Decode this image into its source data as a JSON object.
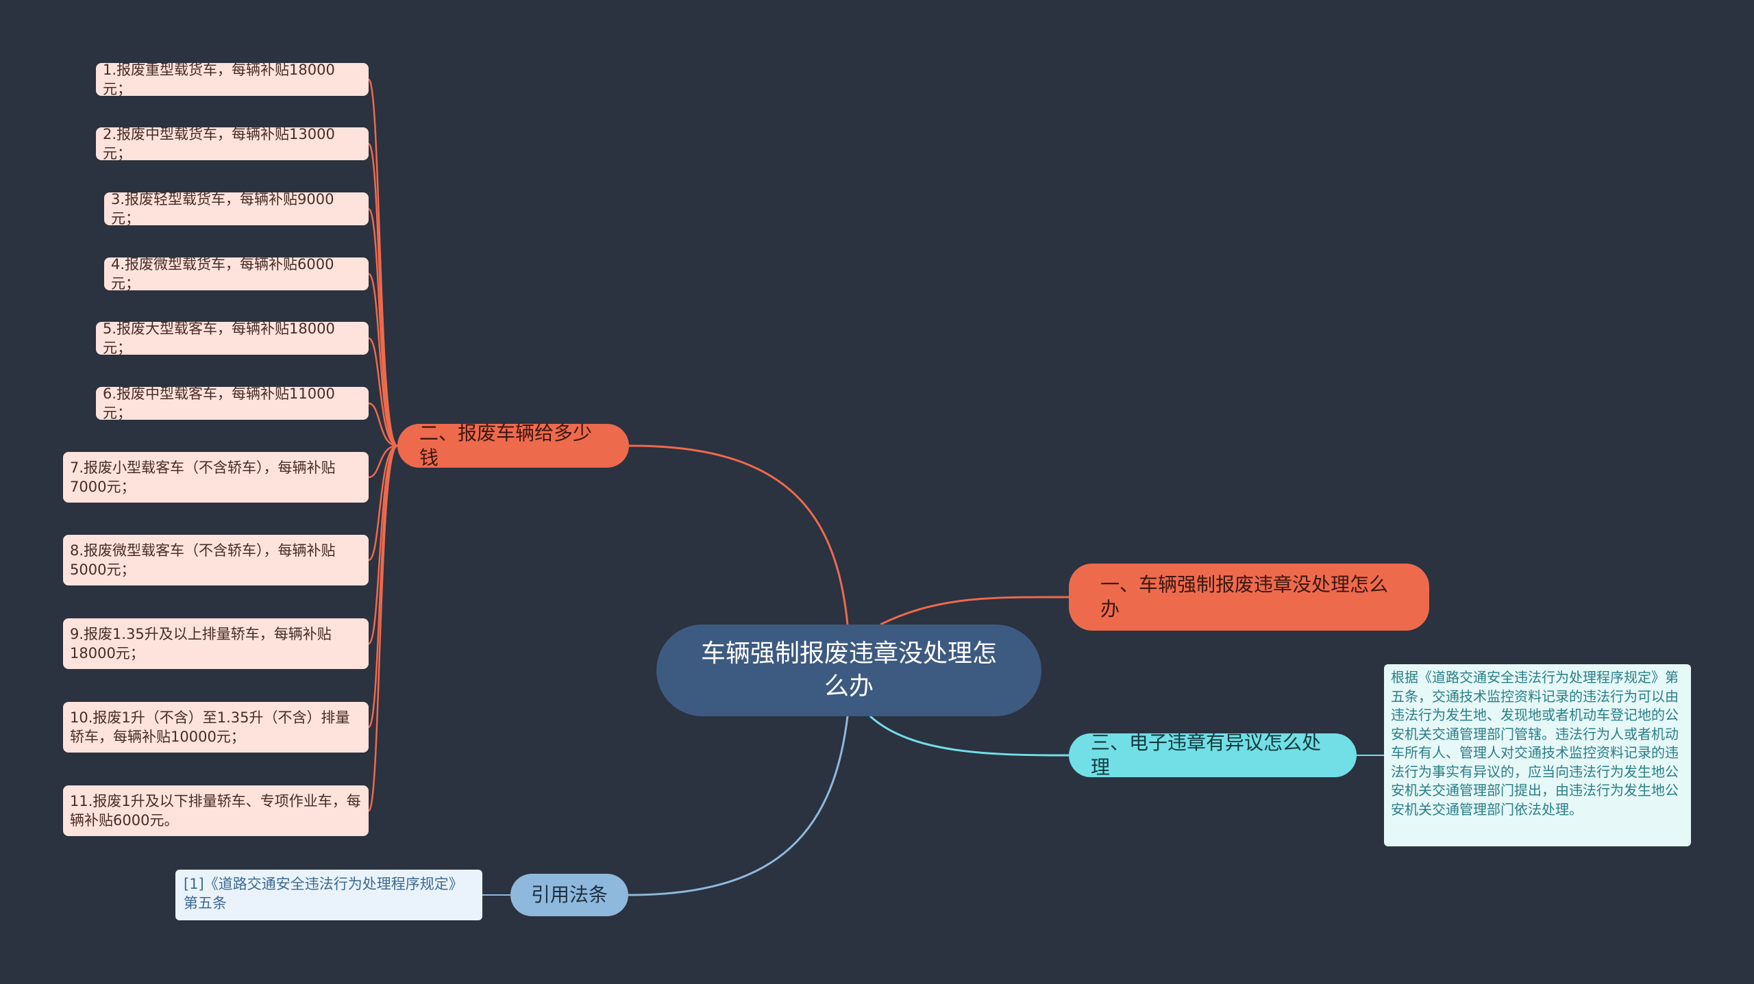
{
  "root": {
    "title": "车辆强制报废违章没处理怎么办"
  },
  "branches": {
    "handle": {
      "label": "一、车辆强制报废违章没处理怎么办"
    },
    "money": {
      "label": "二、报废车辆给多少钱",
      "items": [
        "1.报废重型载货车，每辆补贴18000元；",
        "2.报废中型载货车，每辆补贴13000元；",
        "3.报废轻型载货车，每辆补贴9000元；",
        "4.报废微型载货车，每辆补贴6000元；",
        "5.报废大型载客车，每辆补贴18000元；",
        "6.报废中型载客车，每辆补贴11000元；",
        "7.报废小型载客车（不含轿车），每辆补贴7000元；",
        "8.报废微型载客车（不含轿车），每辆补贴5000元；",
        "9.报废1.35升及以上排量轿车，每辆补贴18000元；",
        "10.报废1升（不含）至1.35升（不含）排量轿车，每辆补贴10000元；",
        "11.报废1升及以下排量轿车、专项作业车，每辆补贴6000元。"
      ]
    },
    "dispute": {
      "label": "三、电子违章有异议怎么处理",
      "note": "根据《道路交通安全违法行为处理程序规定》第五条，交通技术监控资料记录的违法行为可以由违法行为发生地、发现地或者机动车登记地的公安机关交通管理部门管辖。违法行为人或者机动车所有人、管理人对交通技术监控资料记录的违法行为事实有异议的，应当向违法行为发生地公安机关交通管理部门提出，由违法行为发生地公安机关交通管理部门依法处理。"
    },
    "law": {
      "label": "引用法条",
      "note": "[1]《道路交通安全违法行为处理程序规定》第五条"
    }
  },
  "colors": {
    "background": "#2b3240",
    "root": "#3d5a80",
    "orange": "#ee6a4d",
    "cyan": "#72dfe6",
    "blue": "#8fb9dc",
    "leaf": "#fde3dc"
  }
}
